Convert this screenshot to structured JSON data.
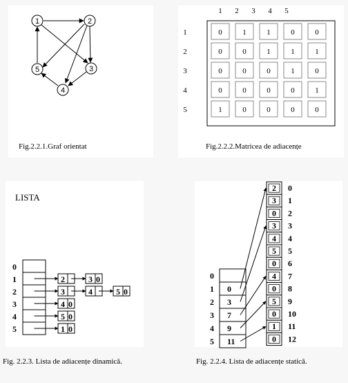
{
  "graph": {
    "caption": "Fig.2.2.1.Graf orientat",
    "nodes": [
      "1",
      "2",
      "3",
      "4",
      "5"
    ]
  },
  "matrix": {
    "caption": "Fig.2.2.2.Matricea de adiacențe",
    "col_headers": [
      "1",
      "2",
      "3",
      "4",
      "5"
    ],
    "row_headers": [
      "1",
      "2",
      "3",
      "4",
      "5"
    ],
    "rows": [
      [
        "0",
        "1",
        "1",
        "0",
        "0"
      ],
      [
        "0",
        "0",
        "1",
        "1",
        "1"
      ],
      [
        "0",
        "0",
        "0",
        "1",
        "0"
      ],
      [
        "0",
        "0",
        "0",
        "0",
        "1"
      ],
      [
        "1",
        "0",
        "0",
        "0",
        "0"
      ]
    ]
  },
  "dynamic": {
    "heading": "LISTA",
    "caption": "Fig. 2.2.3. Lista de adiacențe dinamică.",
    "indices": [
      "0",
      "1",
      "2",
      "3",
      "4",
      "5"
    ],
    "lists": [
      [],
      [
        "2",
        "3"
      ],
      [
        "3",
        "4",
        "5"
      ],
      [
        "4"
      ],
      [
        "5"
      ],
      [
        "1"
      ]
    ],
    "null_mark": "0"
  },
  "static": {
    "caption": "Fig. 2.2.4. Lista de adiacențe statică.",
    "left_indices": [
      "0",
      "1",
      "2",
      "3",
      "4",
      "5"
    ],
    "left_values": [
      "",
      "0",
      "3",
      "7",
      "9",
      "11"
    ],
    "right_values": [
      "2",
      "3",
      "0",
      "3",
      "4",
      "5",
      "0",
      "4",
      "0",
      "5",
      "0",
      "1",
      "0"
    ],
    "right_indices": [
      "0",
      "1",
      "2",
      "3",
      "4",
      "5",
      "6",
      "7",
      "8",
      "9",
      "10",
      "11",
      "12"
    ]
  }
}
